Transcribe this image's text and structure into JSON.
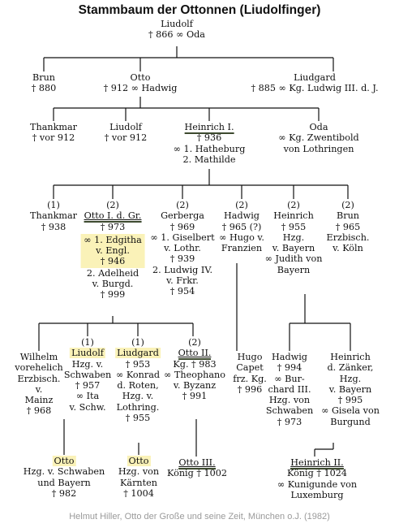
{
  "title": "Stammbaum der Ottonnen (Liudolfinger)",
  "footer": "Helmut Hiller, Otto der Große und seine Zeit, München o.J. (1982)",
  "nodes": {
    "liudolf_root": {
      "lines": [
        "Liudolf",
        "† 866 ∞ Oda"
      ]
    },
    "brun": {
      "lines": [
        "Brun",
        "† 880"
      ]
    },
    "otto": {
      "lines": [
        "Otto",
        "† 912 ∞ Hadwig"
      ]
    },
    "liudgard": {
      "lines": [
        "Liudgard",
        "† 885 ∞ Kg. Ludwig III. d. J."
      ]
    },
    "thankmar1": {
      "lines": [
        "Thankmar",
        "† vor 912"
      ]
    },
    "liudolf2": {
      "lines": [
        "Liudolf",
        "† vor 912"
      ]
    },
    "heinrich1": {
      "lines": [
        "Heinrich I.",
        "† 936",
        "∞ 1. Hatheburg",
        "2. Mathilde"
      ]
    },
    "oda": {
      "lines": [
        "Oda",
        "∞ Kg. Zwentibold",
        "von Lothringen"
      ]
    },
    "thankmar2": {
      "lines": [
        "(1)",
        "Thankmar",
        "† 938"
      ]
    },
    "otto1": {
      "lines": [
        "(2)",
        "Otto I. d. Gr.",
        "† 973",
        "∞ 1. Edgitha",
        "v. Engl.",
        "† 946",
        "2. Adelheid",
        "v. Burgd.",
        "† 999"
      ]
    },
    "gerberga": {
      "lines": [
        "(2)",
        "Gerberga",
        "† 969",
        "∞ 1. Giselbert",
        "v. Lothr.",
        "† 939",
        "2. Ludwig IV.",
        "v. Frkr.",
        "† 954"
      ]
    },
    "hadwig": {
      "lines": [
        "(2)",
        "Hadwig",
        "† 965 (?)",
        "∞ Hugo v.",
        "Franzien"
      ]
    },
    "heinrich_b": {
      "lines": [
        "(2)",
        "Heinrich",
        "† 955",
        "Hzg.",
        "v. Bayern",
        "∞ Judith von",
        "Bayern"
      ]
    },
    "brun2": {
      "lines": [
        "(2)",
        "Brun",
        "† 965",
        "Erzbisch.",
        "v. Köln"
      ]
    },
    "wilhelm": {
      "lines": [
        "Wilhelm",
        "vorehelich",
        "Erzbisch.",
        "v.",
        "Mainz",
        "† 968"
      ]
    },
    "liudolf3": {
      "lines": [
        "(1)",
        "Liudolf",
        "Hzg. v.",
        "Schwaben",
        "† 957",
        "∞ Ita",
        "v. Schw."
      ]
    },
    "liudgard2": {
      "lines": [
        "(1)",
        "Liudgard",
        "† 953",
        "∞ Konrad",
        "d. Roten,",
        "Hzg. v.",
        "Lothring.",
        "† 955"
      ]
    },
    "otto2": {
      "lines": [
        "(2)",
        "Otto II.",
        "Kg. † 983",
        "∞ Theophano",
        "v. Byzanz",
        "† 991"
      ]
    },
    "hugo": {
      "lines": [
        "Hugo",
        "Capet",
        "frz. Kg.",
        "† 996"
      ]
    },
    "hadwig2": {
      "lines": [
        "Hadwig",
        "† 994",
        "∞ Bur-",
        "chard III.",
        "Hzg. von",
        "Schwaben",
        "† 973"
      ]
    },
    "heinrich_z": {
      "lines": [
        "Heinrich",
        "d. Zänker,",
        "Hzg.",
        "v. Bayern",
        "† 995",
        "∞ Gisela von",
        "Burgund"
      ]
    },
    "otto_sb": {
      "lines": [
        "Otto",
        "Hzg. v. Schwaben",
        "und Bayern",
        "† 982"
      ]
    },
    "otto_k": {
      "lines": [
        "Otto",
        "Hzg. von",
        "Kärnten",
        "† 1004"
      ]
    },
    "otto3": {
      "lines": [
        "Otto III.",
        "König † 1002"
      ]
    },
    "heinrich2": {
      "lines": [
        "Heinrich II.",
        "König † 1024",
        "∞ Kunigunde von",
        "Luxemburg"
      ]
    }
  },
  "colors": {
    "highlight": "#faf2b8",
    "ruler_bar": "#3d4a2f",
    "line": "#111111",
    "footer": "#9a9a9a"
  }
}
